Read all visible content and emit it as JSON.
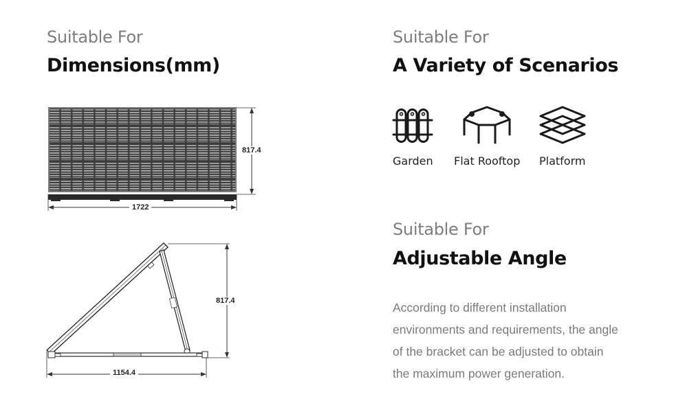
{
  "left": {
    "eyebrow": "Suitable For",
    "heading": "Dimensions(mm)",
    "front_view": {
      "height_label": "817.4",
      "width_label": "1722"
    },
    "side_view": {
      "height_label": "817.4",
      "width_label": "1154.4"
    }
  },
  "scenarios": {
    "eyebrow": "Suitable For",
    "heading": "A Variety of Scenarios",
    "items": [
      {
        "icon": "fence-icon",
        "label": "Garden"
      },
      {
        "icon": "rooftop-icon",
        "label": "Flat Rooftop"
      },
      {
        "icon": "layers-icon",
        "label": "Platform"
      }
    ]
  },
  "angle": {
    "eyebrow": "Suitable For",
    "heading": "Adjustable Angle",
    "description_lines": [
      "According to different installation",
      "environments and requirements, the angle",
      "of the bracket can be adjusted to obtain",
      "the maximum power generation."
    ]
  },
  "colors": {
    "eyebrow": "#7d7d7d",
    "heading": "#111111",
    "body": "#7a7a7a",
    "panel_dark": "#3a3a3a"
  }
}
